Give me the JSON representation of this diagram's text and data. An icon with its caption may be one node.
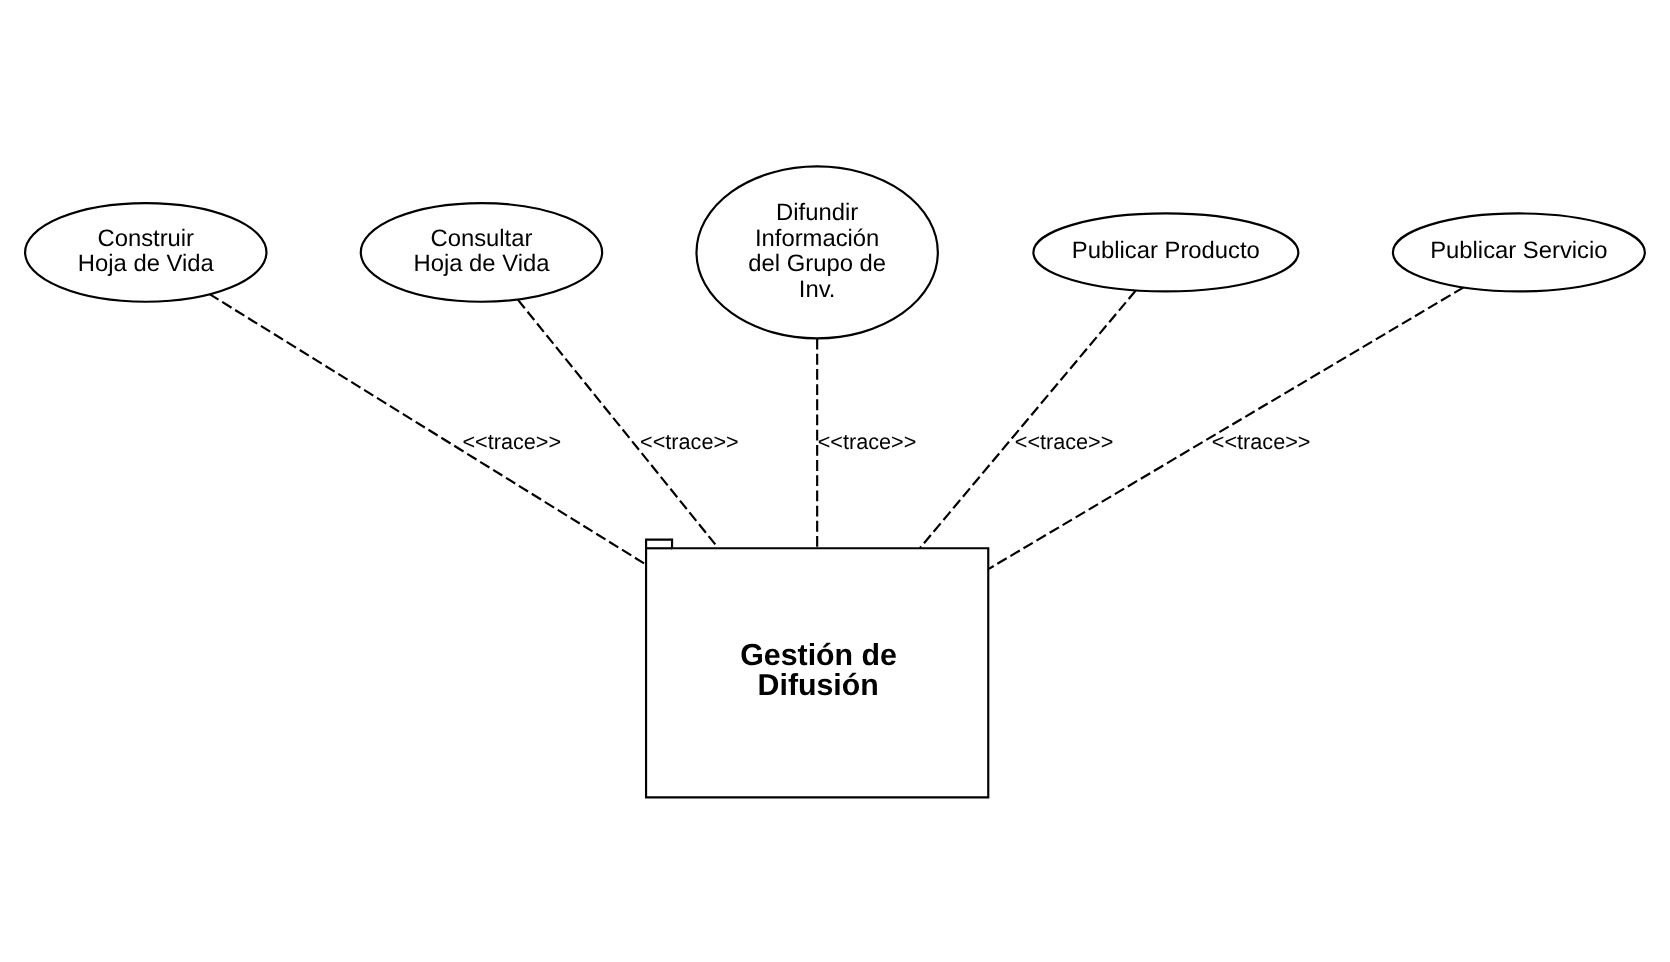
{
  "diagram": {
    "nodes": [
      {
        "text": [
          "Difundir Información del Grupo de Inv."
        ]
      },
      {
        "text": [
          "Consultar Hoja de Vida"
        ]
      },
      {
        "text": [
          "Publicar Producto"
        ]
      },
      {
        "text": [
          "Construir Hoja de Vida"
        ]
      },
      {
        "text": [
          "Publicar Servicio"
        ]
      },
      {
        "text": [
          "Gestión de Difusión"
        ]
      }
    ],
    "edges": [
      {
        "from": 1,
        "to": 5,
        "arrow": "none",
        "label": "<<trace>>",
        "style": "dashed"
      },
      {
        "from": 0,
        "to": 5,
        "arrow": "none",
        "label": "<<trace>>",
        "style": "dashed"
      },
      {
        "from": 2,
        "to": 5,
        "arrow": "none",
        "label": "<<trace>>",
        "style": "dashed"
      },
      {
        "from": 3,
        "to": 5,
        "arrow": "none",
        "label": "<<trace>>",
        "style": "dashed"
      },
      {
        "from": 4,
        "to": 5,
        "arrow": "none",
        "label": "<<trace>>",
        "style": "dashed"
      }
    ]
  }
}
